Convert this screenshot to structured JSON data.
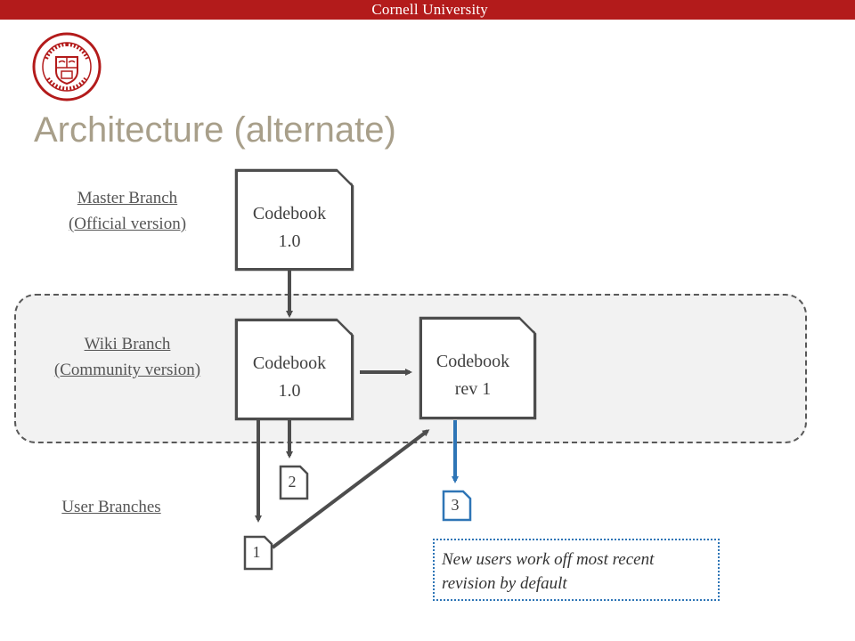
{
  "header": {
    "university": "Cornell University"
  },
  "slide": {
    "title": "Architecture (alternate)"
  },
  "labels": {
    "master_line1": "Master Branch",
    "master_line2": "(Official version)",
    "wiki_line1": "Wiki Branch",
    "wiki_line2": "(Community version)",
    "user": "User Branches"
  },
  "docs": {
    "master": {
      "line1": "Codebook",
      "line2": "1.0"
    },
    "wiki": {
      "line1": "Codebook",
      "line2": "1.0"
    },
    "rev": {
      "line1": "Codebook",
      "line2": "rev 1"
    },
    "user1": "1",
    "user2": "2",
    "user3": "3"
  },
  "note": {
    "text": "New users work off most recent revision by default"
  },
  "colors": {
    "cornell_red": "#b31b1b",
    "title_gray": "#a89f8a",
    "arrow_gray": "#4d4d4d",
    "accent_blue": "#2e75b6"
  },
  "icons": {
    "seal": "cornell-seal-icon"
  }
}
